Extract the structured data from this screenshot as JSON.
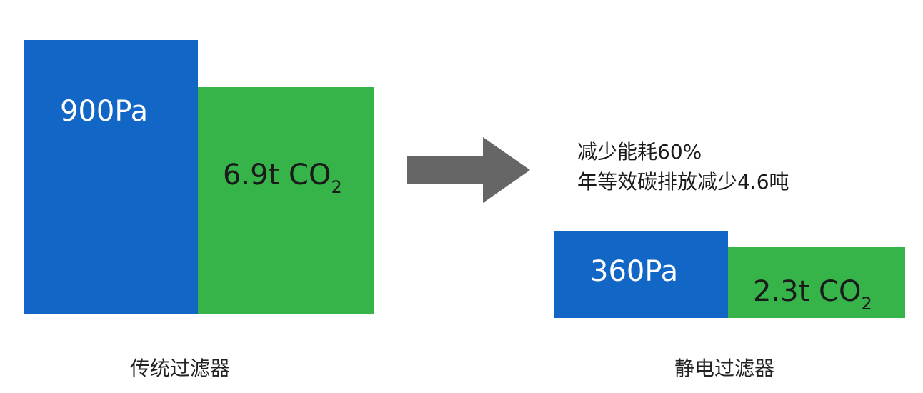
{
  "chart_data": {
    "type": "bar",
    "groups": [
      {
        "name": "传统过滤器",
        "pressure": {
          "value": 900,
          "unit": "Pa",
          "label": "900Pa",
          "color": "#1166c6"
        },
        "emission": {
          "value": 6.9,
          "unit": "t CO2",
          "label_main": "6.9t CO",
          "label_sub": "2",
          "color": "#36b44a"
        }
      },
      {
        "name": "静电过滤器",
        "pressure": {
          "value": 360,
          "unit": "Pa",
          "label": "360Pa",
          "color": "#1166c6"
        },
        "emission": {
          "value": 2.3,
          "unit": "t CO2",
          "label_main": "2.3t CO",
          "label_sub": "2",
          "color": "#36b44a"
        }
      }
    ],
    "annotations": [
      "减少能耗60%",
      "年等效碳排放减少4.6吨"
    ]
  },
  "colors": {
    "pressure": "#1166c6",
    "emission": "#36b44a",
    "arrow": "#666666"
  }
}
